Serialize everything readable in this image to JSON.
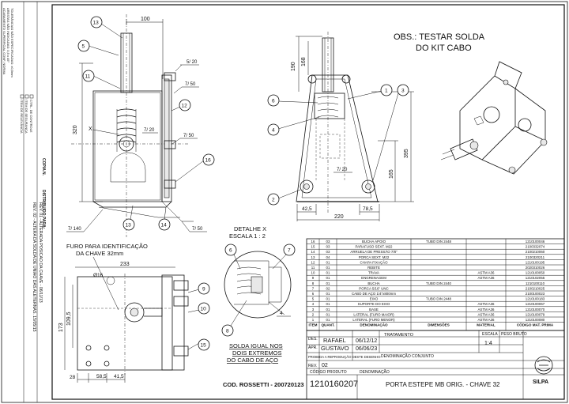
{
  "left_strip": {
    "copia_title": "COPIA N.",
    "distribuido_para": "DISTRIBUIDO PARA:",
    "rev_notes": [
      "REV. 01 - ALTERADA POSICAO DA CHAVE  - 06/11/13",
      "REV. 02 - ALTERA DA SOLDA DE UNIAO DAS ALETERNAS. 15/05/15"
    ],
    "checkbox_1": "CTRL. DE CONTROLE",
    "checkbox_2": "ITEM DE SEGURANÇA",
    "checkbox_3": "ITEM DE RELEVÂNCIA",
    "vertical_notes": [
      "TOLERÂNCIAS NÃO ESPECIFICADAS: ±0,5mm",
      "ARESTAS NÃO INDICADAS: 0,5 x 45°",
      "ACABAMENTO SUPERFICIAL CONF. NORMA"
    ]
  },
  "front_view": {
    "dim_top": "100",
    "dim_height": "320",
    "section_label": "X",
    "weld_labels": [
      "5/ 20",
      "7/ 50",
      "7/ 50",
      "7/ 20",
      "7/ 140",
      "7/ 50"
    ],
    "balloons": [
      "13",
      "5",
      "11",
      "12",
      "16",
      "14",
      "13"
    ]
  },
  "side_view": {
    "dim_top": "190",
    "dim_168": "168",
    "dim_395": "395",
    "dim_165": "165",
    "dim_42": "42,5",
    "dim_78": "78,5",
    "dim_220": "220",
    "weld_label": "7/ 20",
    "balloons": [
      "1",
      "3",
      "6",
      "4",
      "2"
    ]
  },
  "note": {
    "line1": "OBS.: TESTAR SOLDA",
    "line2": "DO KIT CABO"
  },
  "bottom_view": {
    "furo_line1": "FURO PARA IDENTIFICAÇÃO",
    "furo_line2": "DA CHAVE 32mm",
    "dim_233": "233",
    "dim_173": "173",
    "dim_109": "109,5",
    "dim_28": "28",
    "dim_58": "58,5",
    "dim_41": "41,5",
    "dim_phi": "Ø16",
    "balloons": [
      "9",
      "10",
      "15"
    ]
  },
  "detail": {
    "title1": "DETALHE X",
    "title2": "ESCALA 1 : 2",
    "weld_label": "4",
    "note_line1": "SOLDA IGUAL NOS",
    "note_line2": "DOIS EXTREMOS",
    "note_line3": "DO CABO DE AÇO",
    "balloons": [
      "6",
      "7",
      "8"
    ]
  },
  "cod_rossetti": "COD. ROSSETTI - 200720123",
  "bom": {
    "headers": [
      "ITEM",
      "QUANT.",
      "DENOMINAÇÃO",
      "DIMENSÕES",
      "MATERIAL",
      "CÓDIGO MAT. PRIMA"
    ],
    "rows": [
      [
        "16",
        "03",
        "BUCHA APOIO",
        "TUBO DIN 2448",
        "",
        "1210100046"
      ],
      [
        "15",
        "03",
        "PARAFUSO SEXT. M22",
        "",
        "",
        "2100332074"
      ],
      [
        "14",
        "03",
        "ARRUELA DE PRESSÃO 7/8\"",
        "",
        "",
        "2100210060"
      ],
      [
        "13",
        "04",
        "PORCA SEXT. M22",
        "",
        "",
        "2100320211"
      ],
      [
        "12",
        "01",
        "CHAPA FIXAÇÃO",
        "",
        "",
        "1210100195"
      ],
      [
        "11",
        "01",
        "REBITE",
        "",
        "",
        "2020310026"
      ],
      [
        "10",
        "01",
        "TRAVA",
        "",
        "ASTM A36",
        "1210100050"
      ],
      [
        "9",
        "01",
        "ENGRENAGEM",
        "",
        "ASTM A36",
        "1210102055"
      ],
      [
        "8",
        "01",
        "BUCHA",
        "TUBO DIN 2440",
        "",
        "1210100110"
      ],
      [
        "7",
        "02",
        "PORCA 5/16\" UNC",
        "",
        "",
        "2100210025"
      ],
      [
        "6",
        "01",
        "CABO DE AÇO 1/4\"x800mm",
        "",
        "",
        "2100100023"
      ],
      [
        "5",
        "01",
        "EIXO",
        "TUBO DIN 2448",
        "",
        "1210100183"
      ],
      [
        "4",
        "01",
        "SUPORTE DO EIXO",
        "",
        "ASTM A36",
        "1210100067"
      ],
      [
        "3",
        "01",
        "BASE",
        "",
        "ASTM A36",
        "1210100070"
      ],
      [
        "2",
        "01",
        "LATERAL (FURO MAIOR)",
        "",
        "ASTM A36",
        "1210100079"
      ],
      [
        "1",
        "01",
        "LATERAL (FURO MENOR)",
        "",
        "ASTM A36",
        "1210100080"
      ]
    ]
  },
  "title_block": {
    "des_label": "DES.",
    "des_name": "RAFAEL",
    "des_date": "06/12/12",
    "apr_label": "APR.",
    "apr_name": "GUSTAVO",
    "apr_date": "06/06/23",
    "tratamento_label": "TRATAMENTO",
    "escala_label": "ESCALA",
    "escala_value": "1:4",
    "peso_label": "PESO BRUTO",
    "denom_conj_label": "DENOMINAÇÃO CONJUNTO",
    "proibida": "PROIBIDA A REPRODUÇÃO DESTE DESENHO",
    "rev_label": "REV.",
    "rev_value": "02",
    "codigo_label": "CÓDIGO PRODUTO",
    "codigo_value": "1210160207",
    "denominacao_label": "DENOMINAÇÃO",
    "denominacao_value": "PORTA ESTEPE MB ORIG. - CHAVE 32",
    "logo_text": "SILPA"
  }
}
